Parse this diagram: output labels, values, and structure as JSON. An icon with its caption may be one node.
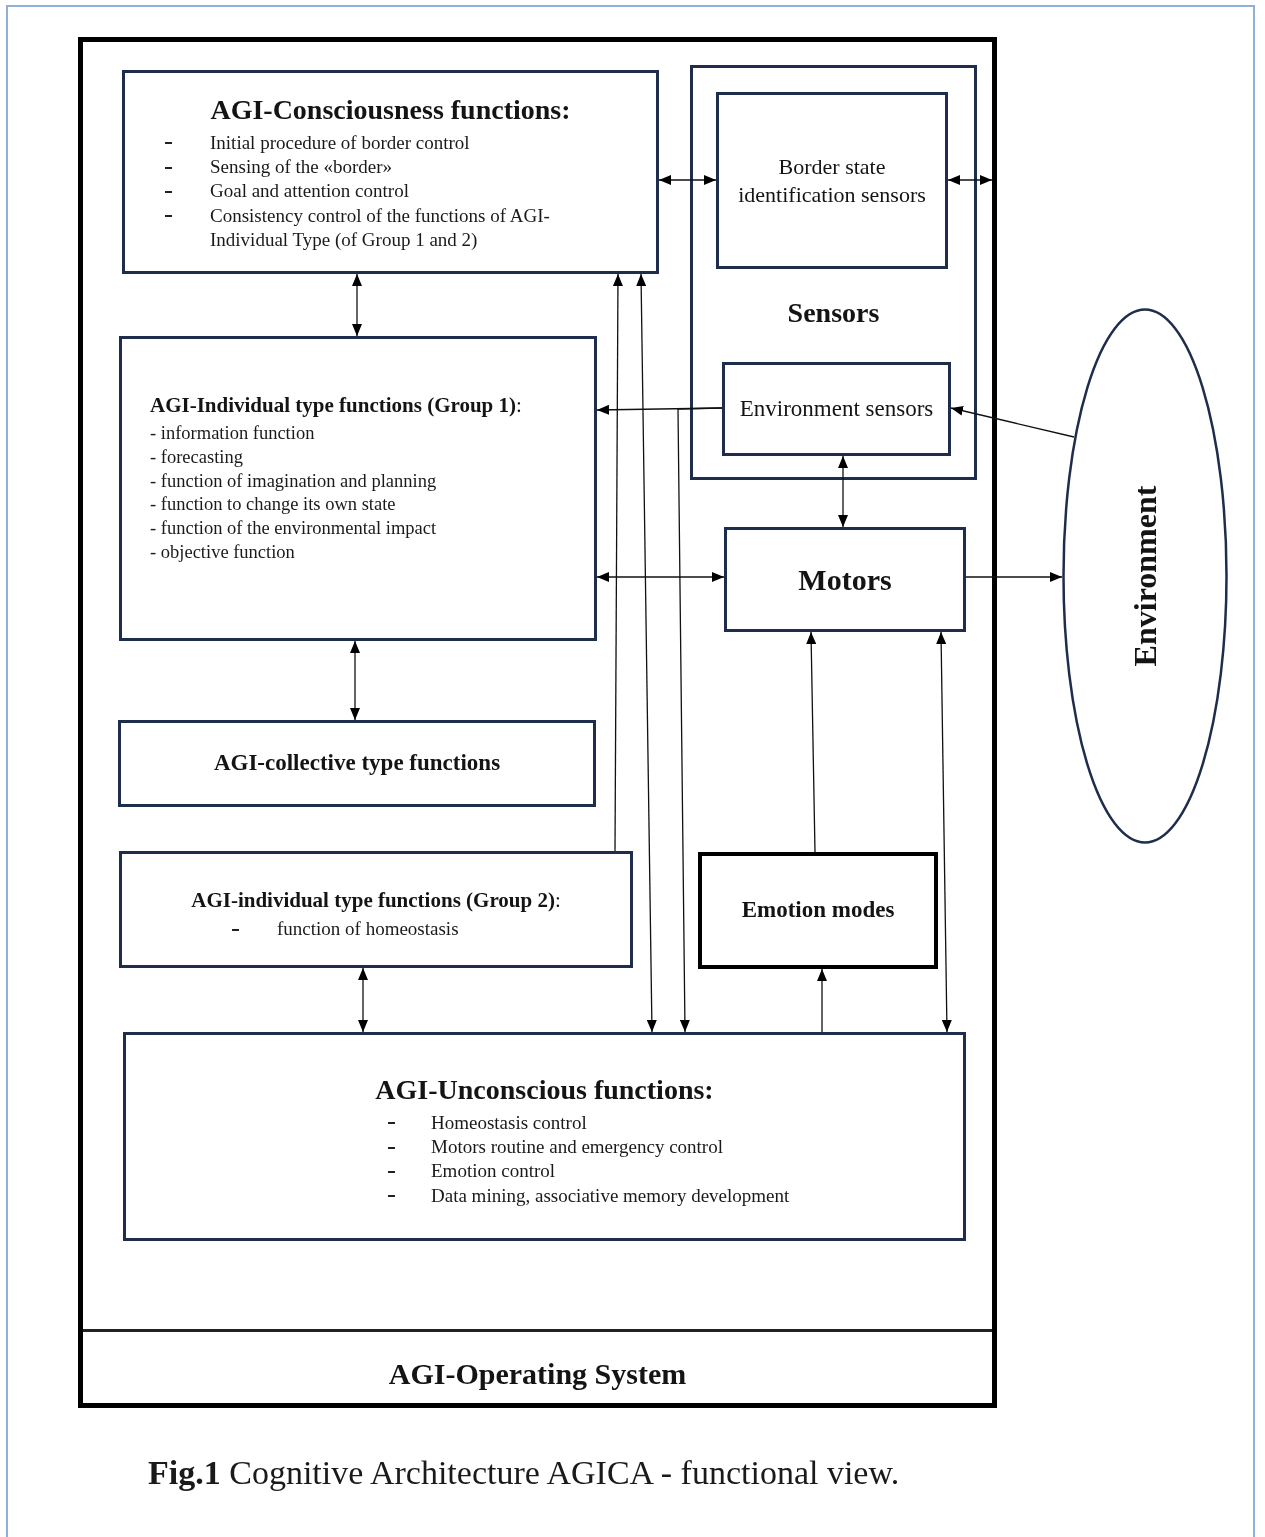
{
  "diagram": {
    "caption": "**Fig.1** Cognitive Architecture AGICA - functional view.",
    "nodes": [
      {
        "text": [
          "AGI-Operating System"
        ]
      },
      {
        "text": [
          "AGI-Consciousness functions:",
          "Initial procedure of border control",
          "Sensing of the «border»",
          "Goal and attention control",
          "Consistency control of the functions of AGI-Individual Type (of Group 1 and 2)"
        ],
        "in": 0
      },
      {
        "text": [
          "Sensors"
        ],
        "in": 0
      },
      {
        "text": [
          "Border state identification sensors"
        ],
        "in": 2
      },
      {
        "text": [
          "Environment sensors"
        ],
        "in": 2
      },
      {
        "text": [
          "**AGI-Individual type functions (Group 1)**:",
          "- information function",
          "- forecasting",
          "- function of imagination and planning",
          "- function to change its own state",
          "- function of the environmental impact",
          "- objective function"
        ],
        "in": 0
      },
      {
        "text": [
          "Motors"
        ],
        "in": 0
      },
      {
        "text": [
          "AGI-collective type functions"
        ],
        "in": 0
      },
      {
        "text": [
          "**AGI-individual type functions (Group 2)**:",
          "function of homeostasis"
        ],
        "in": 0
      },
      {
        "text": [
          "Emotion modes"
        ],
        "in": 0
      },
      {
        "text": [
          "AGI-Unconscious functions:",
          "Homeostasis control",
          "Motors routine and emergency control",
          "Emotion control",
          "Data mining, associative memory development"
        ],
        "in": 0
      },
      {
        "text": [
          "Environment"
        ]
      }
    ],
    "edges": [
      {
        "from": 1,
        "to": 3,
        "arrow": "both"
      },
      {
        "from": 3,
        "to": 0,
        "arrow": "both"
      },
      {
        "from": 1,
        "to": 5,
        "arrow": "both"
      },
      {
        "from": 4,
        "to": 5,
        "arrow": "to"
      },
      {
        "from": 4,
        "to": 10,
        "arrow": "to"
      },
      {
        "from": 11,
        "to": 4,
        "arrow": "to"
      },
      {
        "from": 4,
        "to": 6,
        "arrow": "both"
      },
      {
        "from": 5,
        "to": 6,
        "arrow": "both"
      },
      {
        "from": 6,
        "to": 11,
        "arrow": "to"
      },
      {
        "from": 5,
        "to": 7,
        "arrow": "both"
      },
      {
        "from": 8,
        "to": 1,
        "arrow": "to"
      },
      {
        "from": 1,
        "to": 10,
        "arrow": "both"
      },
      {
        "from": 8,
        "to": 10,
        "arrow": "both"
      },
      {
        "from": 9,
        "to": 6,
        "arrow": "to"
      },
      {
        "from": 10,
        "to": 9,
        "arrow": "to"
      },
      {
        "from": 10,
        "to": 6,
        "arrow": "both"
      }
    ]
  }
}
